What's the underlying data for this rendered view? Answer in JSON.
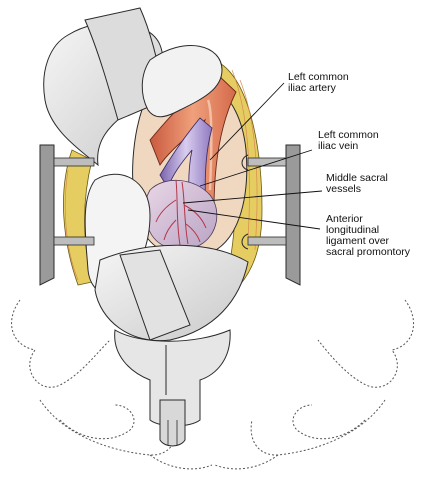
{
  "labels": {
    "left_common_iliac_artery": [
      "Left common",
      "iliac artery"
    ],
    "left_common_iliac_vein": [
      "Left common",
      "iliac vein"
    ],
    "middle_sacral_vessels": [
      "Middle sacral",
      "vessels"
    ],
    "anterior_longitudinal_ligament": [
      "Anterior",
      "longitudinal",
      "ligament over",
      "sacral promontory"
    ]
  },
  "colors": {
    "artery": "#e48d6a",
    "artery_light": "#f2c3a6",
    "vein": "#9b87c4",
    "vein_light": "#d6c8ea",
    "fat": "#e4c95a",
    "tissue": "#efe6da",
    "retractor": "#8e8e8e",
    "outline": "#2a2a2a"
  }
}
